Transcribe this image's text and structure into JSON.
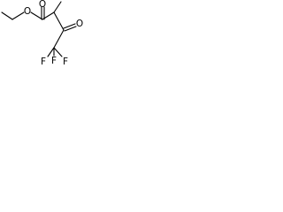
{
  "molecule": {
    "atoms": {
      "o_carbonyl_ester": "O",
      "o_ether": "O",
      "o_ketone": "O",
      "f_top": "F",
      "f_left": "F",
      "f_right": "F"
    }
  },
  "colors": {
    "bond": "#000000",
    "label": "#000000",
    "background": "#ffffff"
  }
}
